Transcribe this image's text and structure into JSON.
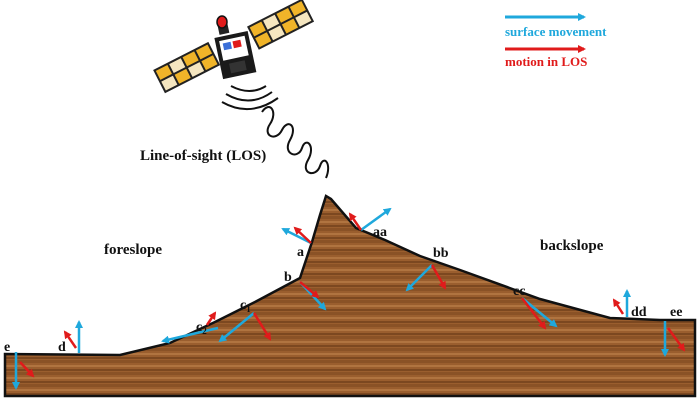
{
  "legend": {
    "surface_label": "surface movement",
    "los_label": "motion in LOS",
    "surface_color": "#1fa8dc",
    "los_color": "#e01b1b"
  },
  "satellite": {
    "label": "Line-of-sight (LOS)",
    "icon": "satellite-icon"
  },
  "regions": {
    "foreslope": "foreslope",
    "backslope": "backslope"
  },
  "points": {
    "a": "a",
    "b": "b",
    "c1": "c",
    "c1_sub": "1",
    "c2": "c",
    "c2_sub": "2",
    "d": "d",
    "e": "e",
    "aa": "aa",
    "bb": "bb",
    "cc": "cc",
    "dd": "dd",
    "ee": "ee"
  },
  "colors": {
    "ground_dark": "#6b3f1c",
    "ground_mid": "#9a5e2e",
    "ground_light": "#b87a45",
    "outline": "#111111"
  }
}
